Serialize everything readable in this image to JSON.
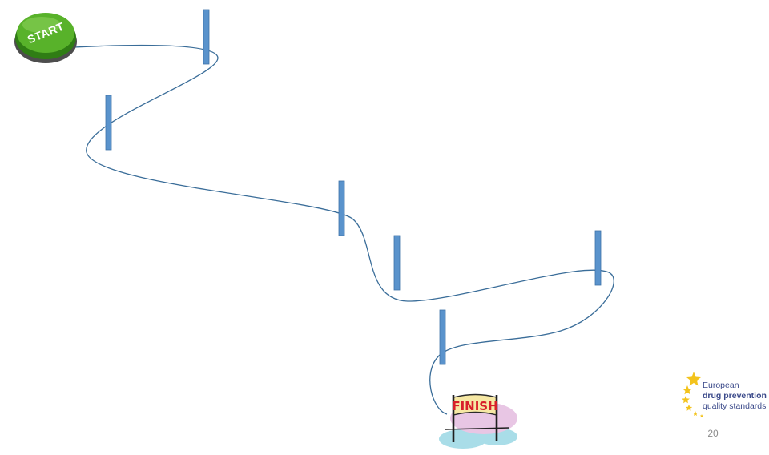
{
  "start_label": "START",
  "finish_label": "FINISH",
  "logo": {
    "line1": "European",
    "line2": "drug prevention",
    "line3": "quality standards"
  },
  "page_number": "20",
  "colors": {
    "start_button": "#58b22a",
    "path_line": "#3a6d99",
    "post": "#5a93cc",
    "finish_banner": "#f6e8a4",
    "finish_text": "#d81f2a",
    "logo_text": "#3b4a8a",
    "logo_stars": "#f3c31c"
  }
}
